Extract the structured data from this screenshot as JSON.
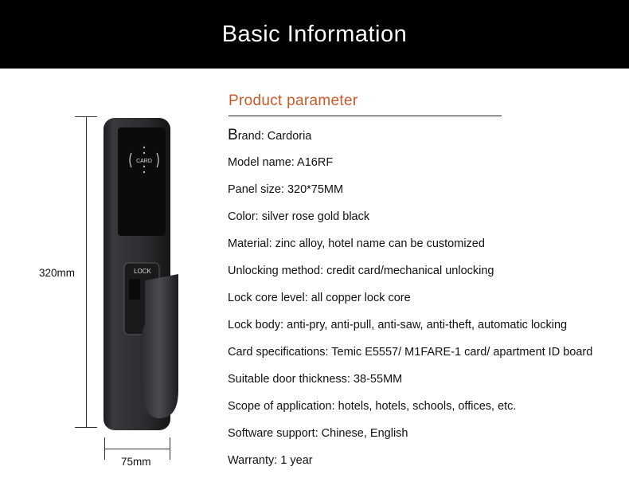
{
  "header": {
    "title": "Basic Information"
  },
  "section": {
    "title": "Product parameter"
  },
  "params": [
    {
      "first": "B",
      "rest": "rand: Cardoria"
    },
    {
      "first": "",
      "rest": "Model name: A16RF"
    },
    {
      "first": "",
      "rest": "Panel size: 320*75MM"
    },
    {
      "first": "",
      "rest": "Color: silver rose gold black"
    },
    {
      "first": "",
      "rest": "Material: zinc alloy, hotel name can be customized"
    },
    {
      "first": "",
      "rest": "Unlocking method: credit card/mechanical unlocking"
    },
    {
      "first": "",
      "rest": "Lock core level: all copper lock core"
    },
    {
      "first": "",
      "rest": "Lock body: anti-pry, anti-pull, anti-saw, anti-theft, automatic locking"
    },
    {
      "first": "",
      "rest": "Card specifications: Temic E5557/ M1FARE-1 card/ apartment ID board"
    },
    {
      "first": "",
      "rest": "Suitable door thickness: 38-55MM"
    },
    {
      "first": "",
      "rest": "Scope of application: hotels, hotels, schools, offices, etc."
    },
    {
      "first": "",
      "rest": "Software support: Chinese, English"
    },
    {
      "first": "",
      "rest": "Warranty: 1 year"
    }
  ],
  "dimensions": {
    "height_label": "320mm",
    "width_label": "75mm"
  },
  "lock": {
    "card_label": "CARD",
    "lock_label": "LOCK",
    "color": "#2b2b2e"
  }
}
